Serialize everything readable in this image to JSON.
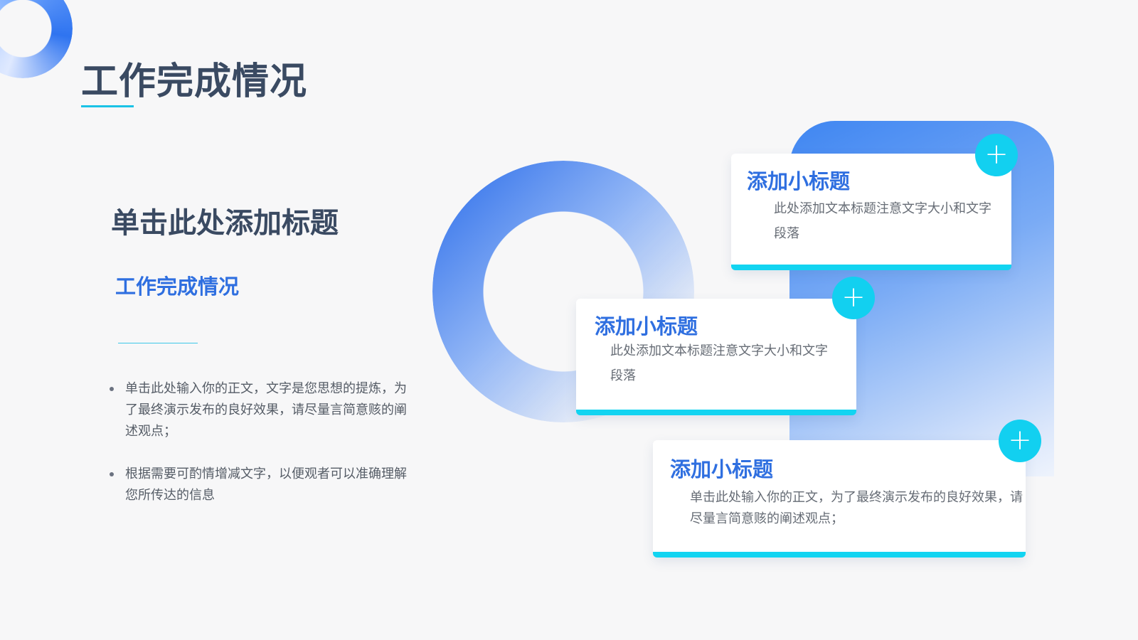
{
  "header": {
    "title": "工作完成情况"
  },
  "left": {
    "heading": "单击此处添加标题",
    "subheading": "工作完成情况",
    "bullets": [
      "单击此处输入你的正文，文字是您思想的提炼，为了最终演示发布的良好效果，请尽量言简意赅的阐述观点；",
      "根据需要可酌情增减文字，以便观者可以准确理解您所传达的信息"
    ]
  },
  "cards": [
    {
      "title": "添加小标题",
      "text": "此处添加文本标题注意文字大小和文字段落"
    },
    {
      "title": "添加小标题",
      "text": "此处添加文本标题注意文字大小和文字段落"
    },
    {
      "title": "添加小标题",
      "text": "单击此处输入你的正文，为了最终演示发布的良好效果，请尽量言简意赅的阐述观点；"
    }
  ],
  "icons": {
    "plus": "+"
  },
  "colors": {
    "accent_cyan": "#12d4f1",
    "accent_blue": "#2f6fe0",
    "title_dark": "#3a4a62"
  }
}
